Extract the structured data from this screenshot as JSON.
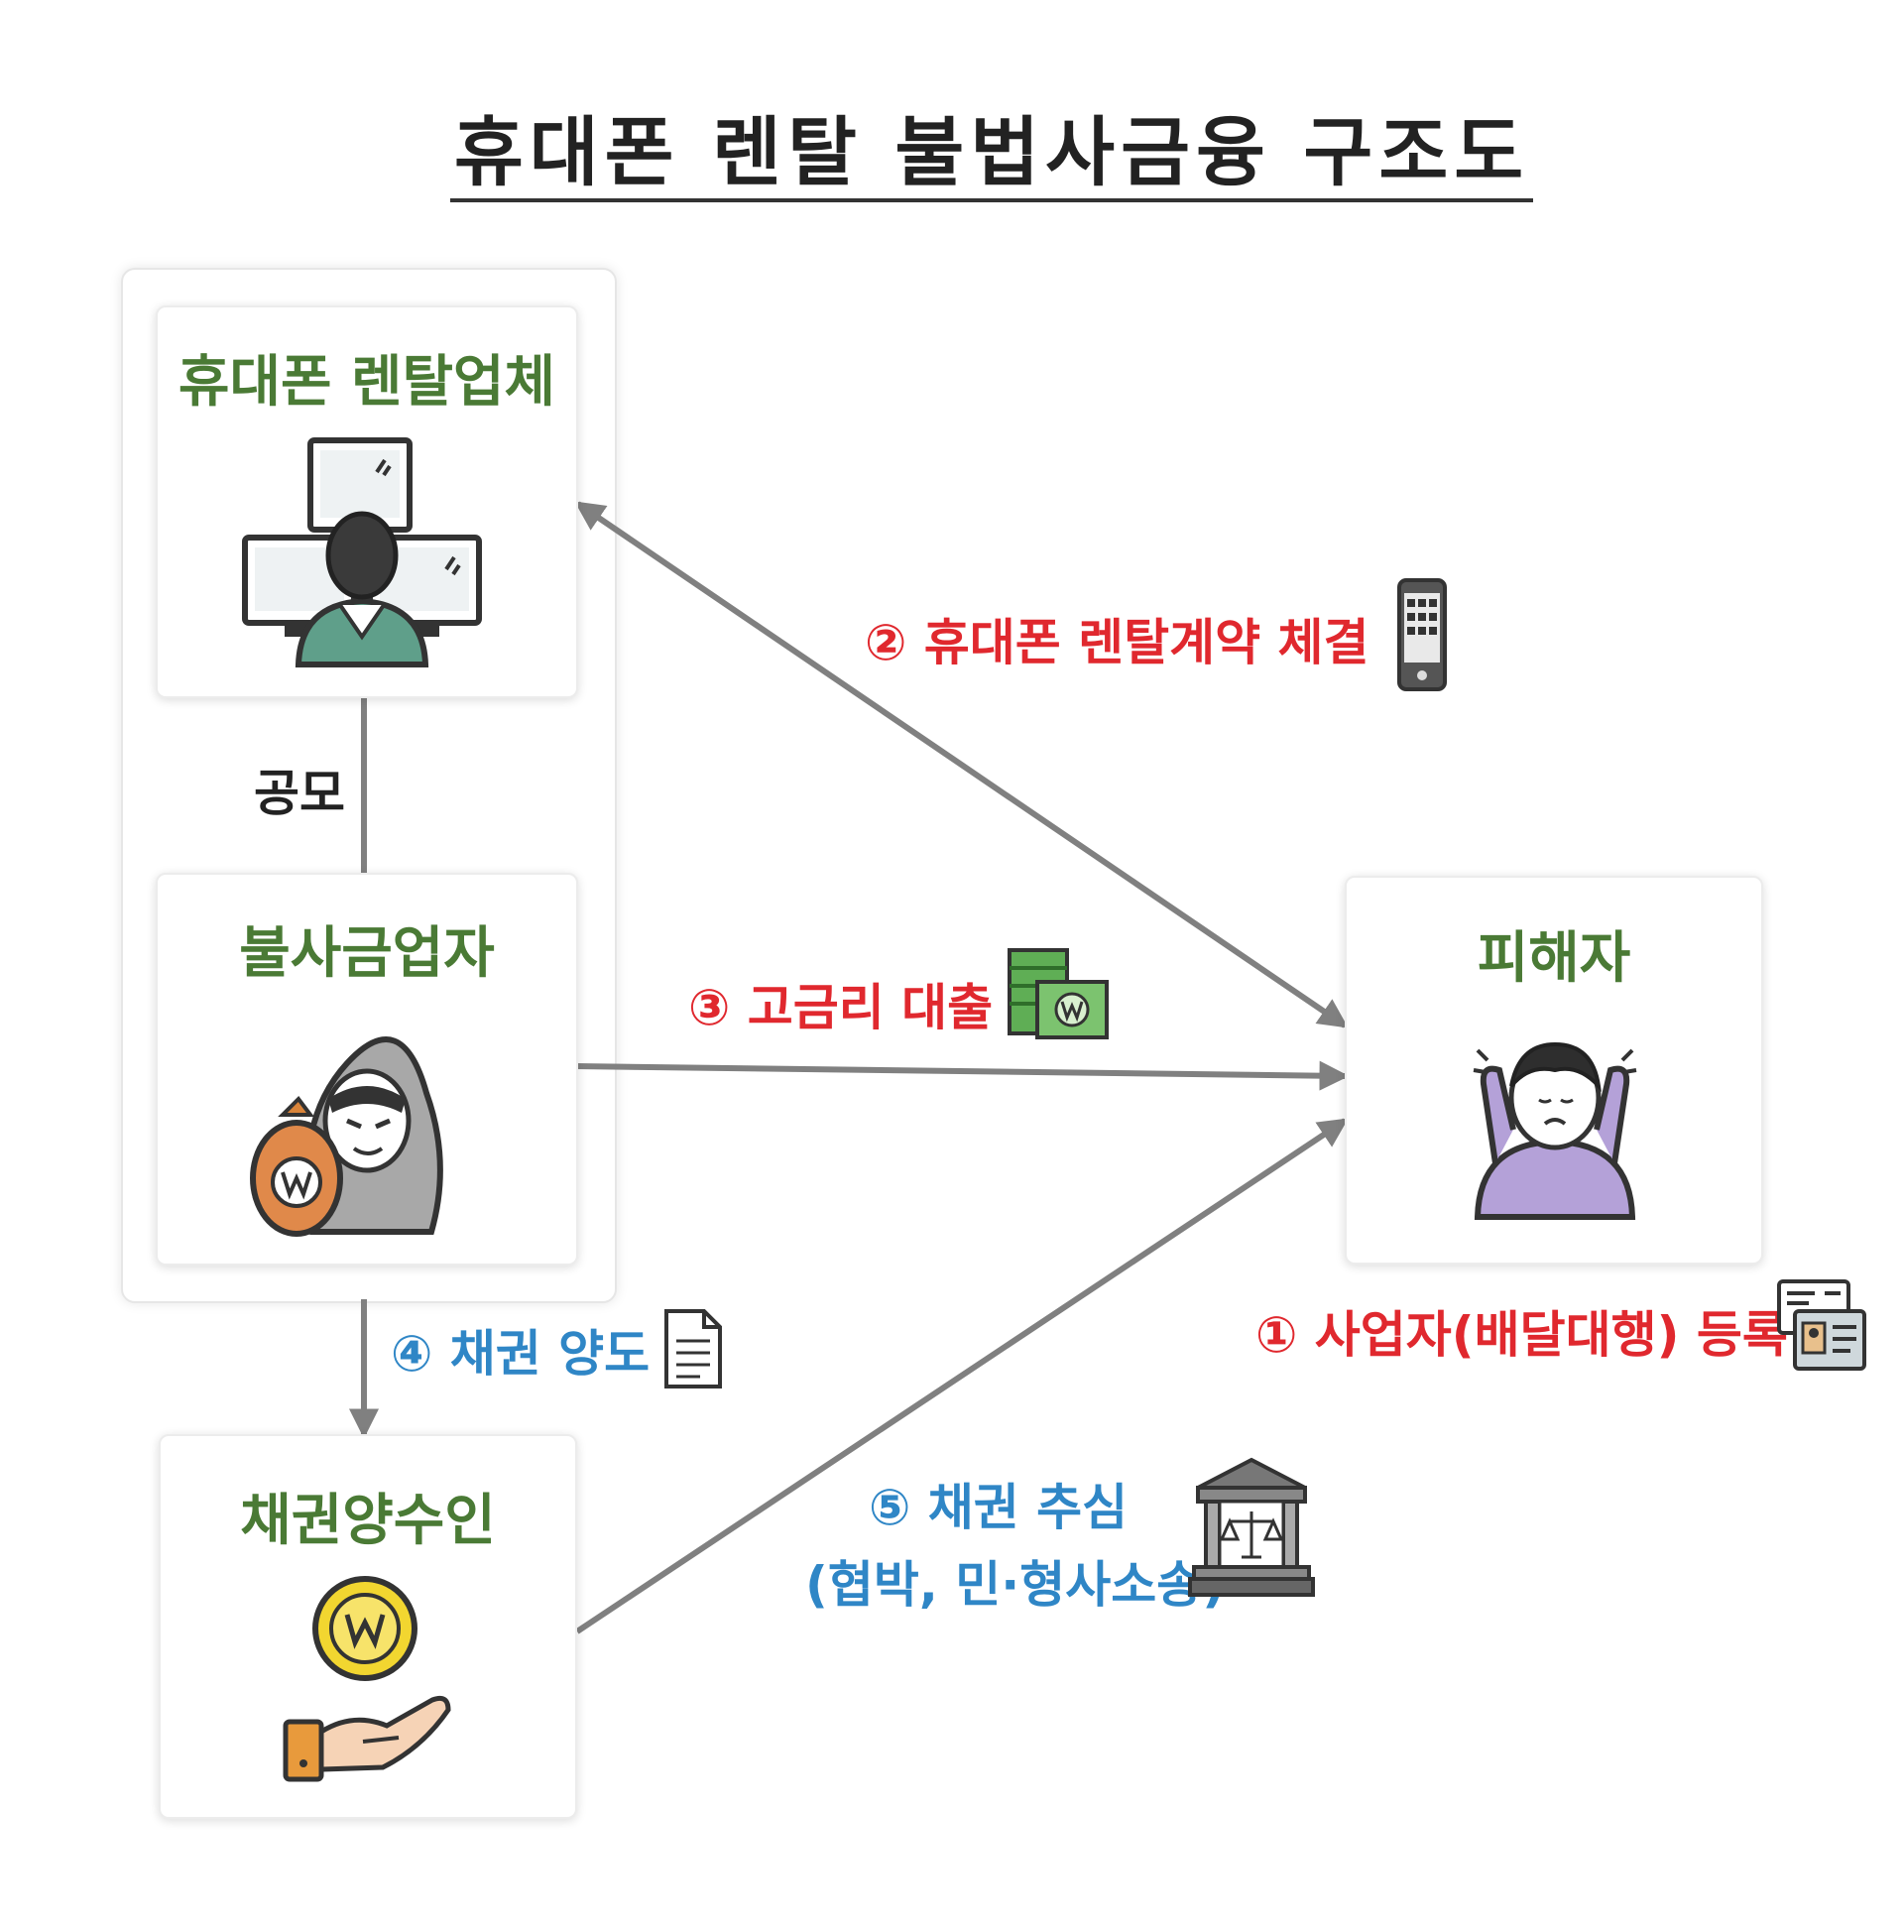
{
  "title": "휴대폰 렌탈 불법사금융 구조도",
  "nodes": {
    "rental_company": "휴대폰 렌탈업체",
    "lender": "불사금업자",
    "transferee": "채권양수인",
    "victim": "피해자"
  },
  "edges": {
    "conspiracy": "공모",
    "step1": "① 사업자(배달대행) 등록",
    "step2": "② 휴대폰  렌탈계약 체결",
    "step3": "③ 고금리 대출",
    "step4": "④ 채권 양도",
    "step5_line1": "⑤ 채권 추심",
    "step5_line2": "(협박, 민·형사소송)"
  },
  "colors": {
    "node_title": "#4a7a35",
    "red_step": "#e0282e",
    "blue_step": "#2f86c6",
    "arrow": "#808080"
  },
  "icons": {
    "rental_company": "hacker-at-computers-icon",
    "lender": "hooded-loan-shark-icon",
    "transferee": "coin-on-hand-icon",
    "victim": "stressed-person-icon",
    "step1": "id-card-icon",
    "step2": "smartphone-icon",
    "step3": "cash-bills-icon",
    "step4": "document-icon",
    "step5": "courthouse-icon"
  }
}
